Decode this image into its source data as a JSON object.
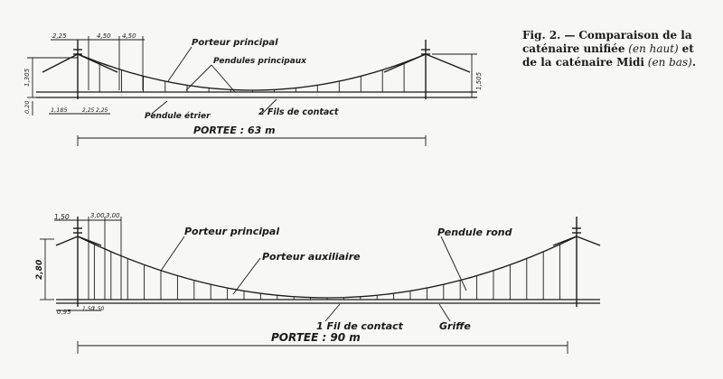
{
  "caption": {
    "fig": "Fig. 2. —",
    "part1": "Comparaison de la caténaire unifiée",
    "paren1": "(en haut)",
    "part2": "et de la caténaire Midi",
    "paren2": "(en bas)",
    "end": "."
  },
  "top_diagram": {
    "labels": {
      "porteur_principal": "Porteur principal",
      "pendules_principaux": "Pendules principaux",
      "pendule_etrier": "Pendule étrier",
      "fils_contact": "2 Fils de contact",
      "portee": "PORTEE : 63 m"
    },
    "dims": {
      "d_225": "2,25",
      "d_450a": "4,50",
      "d_450b": "4,50",
      "d_1305": "1,305",
      "d_020": "0,20",
      "d_1185": "1,185",
      "d_225b": "2,25",
      "d_225c": "2,25",
      "d_1505": "1,505"
    }
  },
  "bottom_diagram": {
    "labels": {
      "porteur_principal": "Porteur principal",
      "porteur_auxiliaire": "Porteur auxiliaire",
      "pendule_rond": "Pendule rond",
      "fil_contact": "1 Fil de contact",
      "griffe": "Griffe",
      "portee": "PORTEE : 90 m"
    },
    "dims": {
      "d_150": "1,50",
      "d_300a": "3,00",
      "d_300b": "3,00",
      "d_280": "2,80",
      "d_095": "0,95",
      "d_150b": "1,50",
      "d_150c": "1,50"
    }
  }
}
